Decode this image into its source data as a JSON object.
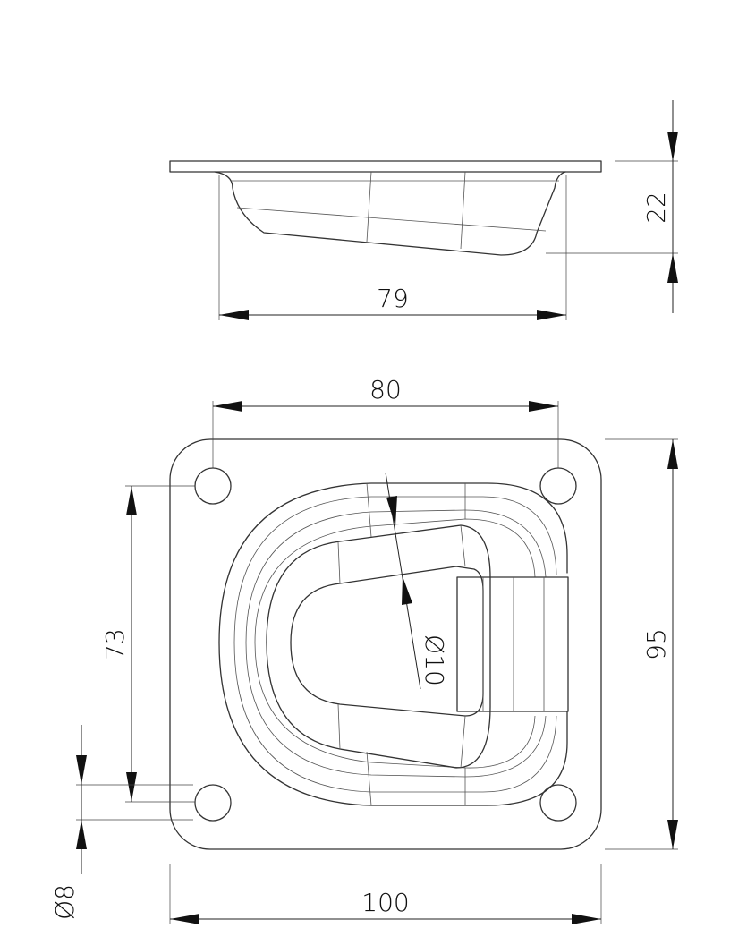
{
  "drawing": {
    "dimensions": {
      "side_width": "79",
      "side_height": "22",
      "hole_spacing_x": "80",
      "hole_spacing_y": "73",
      "overall_height": "95",
      "overall_width": "100",
      "ring_diameter": "Ø10",
      "hole_diameter": "Ø8"
    }
  }
}
